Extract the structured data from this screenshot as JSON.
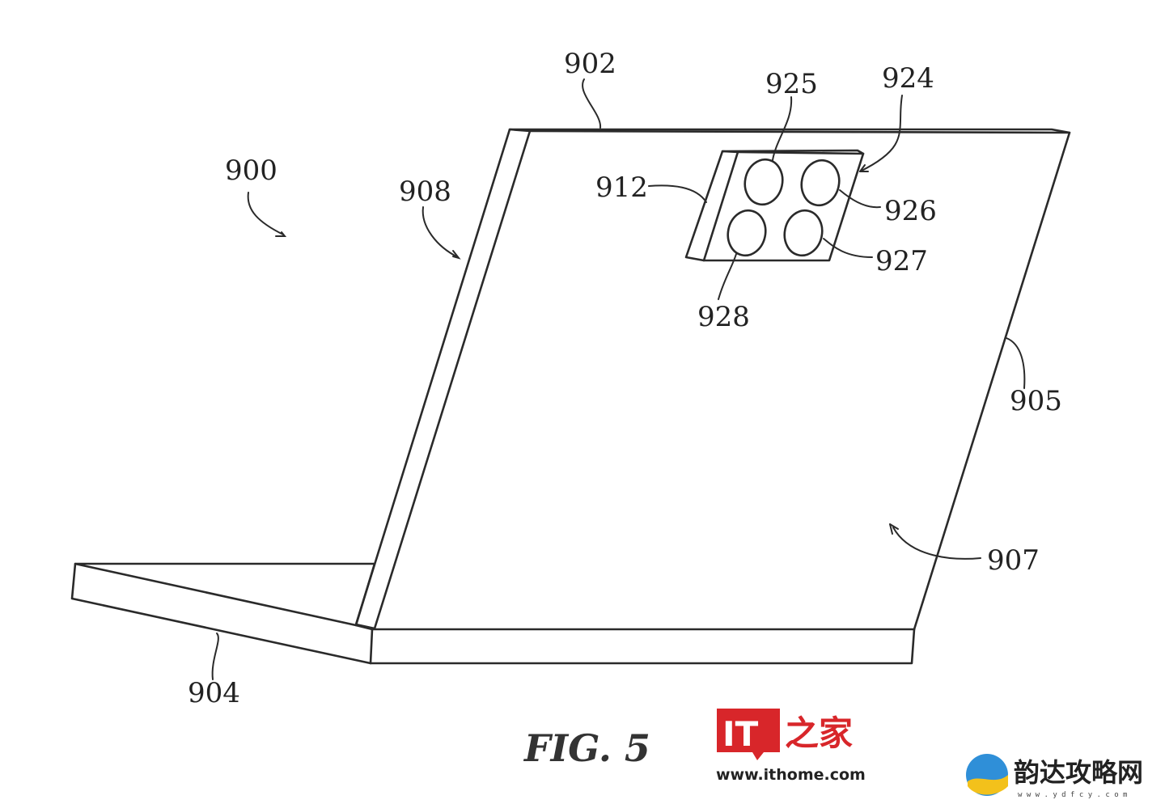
{
  "figure": {
    "caption": "FIG. 5",
    "labels": {
      "r900": "900",
      "r902": "902",
      "r904": "904",
      "r905": "905",
      "r907": "907",
      "r908": "908",
      "r912": "912",
      "r924": "924",
      "r925": "925",
      "r926": "926",
      "r927": "927",
      "r928": "928"
    }
  },
  "watermark_ithome": {
    "logo_text": "IT",
    "cn_text": "之家",
    "url": "www.ithome.com",
    "color": "#d8262a"
  },
  "watermark_ydfcy": {
    "name": "韵达攻略网",
    "url": "w w w . y d f c y . c o m",
    "color_blue": "#2f8fd8",
    "color_yellow": "#f3c11b"
  }
}
